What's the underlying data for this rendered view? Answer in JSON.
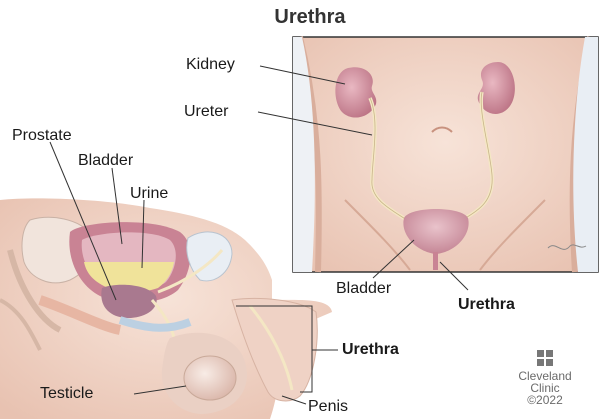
{
  "title": "Urethra",
  "labels": {
    "kidney": "Kidney",
    "ureter": "Ureter",
    "prostate": "Prostate",
    "bladder_side": "Bladder",
    "urine": "Urine",
    "bladder_front": "Bladder",
    "urethra_front": "Urethra",
    "urethra_side": "Urethra",
    "testicle": "Testicle",
    "penis": "Penis"
  },
  "logo": {
    "name_line1": "Cleveland",
    "name_line2": "Clinic",
    "copyright": "©2022"
  },
  "colors": {
    "skin": "#f3d9cc",
    "skin_shadow": "#e3b9a6",
    "organ": "#c98394",
    "kidney": "#d99aa8",
    "ureter": "#f4e7c4",
    "urine": "#f0e39a",
    "bladder_fill": "#d8a3b0"
  }
}
